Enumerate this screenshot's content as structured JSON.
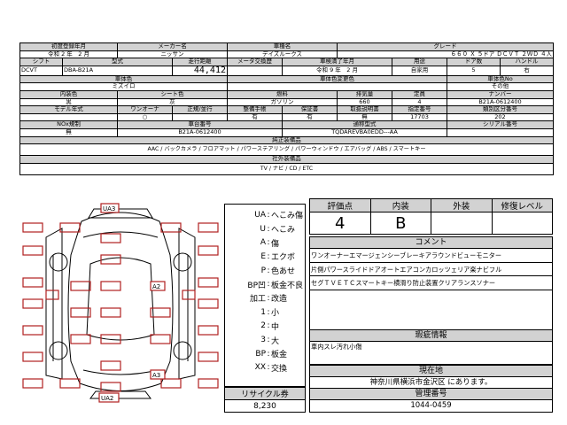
{
  "specs": {
    "r1": {
      "h_first_reg": "初度登録年月",
      "h_maker": "メーカー名",
      "h_car_name": "車種名",
      "h_grade": "グレード",
      "first_reg": "令和 2 年　2 月",
      "maker": "ニッサン",
      "car_name": "デイズルークス",
      "grade": "６６０ Ｘ ５ドア ＤＣＶＴ ２ＷＤ ４人"
    },
    "r2": {
      "h_shift": "シフト",
      "h_model": "型式",
      "h_mileage": "走行距離",
      "h_meter": "メータ交換歴",
      "h_inspection": "車検満了年月",
      "h_use": "用途",
      "h_doors": "ドア数",
      "h_handle": "ハンドル",
      "shift": "DCVT",
      "model": "DBA-B21A",
      "mileage": "44,412",
      "meter": "",
      "inspection": "令和 9 年　2 月",
      "use": "自家用",
      "doors": "5",
      "handle": "右"
    },
    "r3": {
      "h_body_color": "車体色",
      "h_body_color_change": "車体色変更色",
      "h_body_color_no": "車体色No",
      "body_color": "ミズイロ",
      "body_color_no": "その他"
    },
    "r4": {
      "h_interior": "内装色",
      "h_seat": "シート色",
      "h_fuel": "燃料",
      "h_displacement": "排気量",
      "h_capacity": "定員",
      "h_number": "ナンバー",
      "interior": "黒",
      "seat": "灰",
      "fuel": "ガソリン",
      "displacement": "660",
      "capacity": "4",
      "number": "B21A-0612400"
    },
    "r5": {
      "h_model_year": "モデル年式",
      "h_one_owner": "ワンオーナ",
      "h_normal_rev": "正規/並行",
      "h_maint_book": "整備手帳",
      "h_warranty": "保証書",
      "h_manual": "取扱説明書",
      "h_designation": "指定番号",
      "h_category": "類別区分番号",
      "model_year": "",
      "one_owner": "○",
      "normal_rev": "",
      "maint_book": "有",
      "warranty": "有",
      "manual": "無",
      "designation": "17703",
      "category": "202"
    },
    "r6": {
      "h_nox": "NOx規制",
      "h_chassis": "車台番号",
      "h_type_spec": "通称型式",
      "h_serial": "シリアル番号",
      "nox": "無",
      "chassis": "B21A-0612400",
      "type_spec": "TQDAREVBA0EDD---AA",
      "serial": ""
    },
    "r7": {
      "h_genuine": "純正装備品",
      "genuine": "AAC / バックカメラ / フロアマット / パワーステアリング / パワーウィンドウ / エアバッグ / ABS / スマートキー"
    },
    "r8": {
      "h_aftermarket": "社外装備品",
      "aftermarket": "TV / ナビ / CD / ETC"
    }
  },
  "damage_marks": [
    {
      "code": "UA3",
      "label": "UA3"
    },
    {
      "code": "A2",
      "label": "A2"
    },
    {
      "code": "A3",
      "label": "A3"
    },
    {
      "code": "UA2",
      "label": "UA2"
    }
  ],
  "legend": [
    {
      "code": "UA",
      "desc": "へこみ傷"
    },
    {
      "code": "U",
      "desc": "へこみ"
    },
    {
      "code": "A",
      "desc": "傷"
    },
    {
      "code": "E",
      "desc": "エクボ"
    },
    {
      "code": "P",
      "desc": "色あせ"
    },
    {
      "code": "BP凹",
      "desc": "板金不良"
    },
    {
      "code": "加工",
      "desc": "改造"
    },
    {
      "code": "1",
      "desc": "小"
    },
    {
      "code": "2",
      "desc": "中"
    },
    {
      "code": "3",
      "desc": "大"
    },
    {
      "code": "BP",
      "desc": "板金"
    },
    {
      "code": "XX",
      "desc": "交換"
    }
  ],
  "recycle": {
    "label": "リサイクル券",
    "value": "8,230"
  },
  "grade_box": {
    "h_score": "評価点",
    "h_interior": "内装",
    "h_exterior": "外装",
    "h_repair": "修復レベル",
    "score": "4",
    "interior": "B",
    "exterior": "",
    "repair": ""
  },
  "comment": {
    "label": "コメント",
    "lines": [
      "ワンオーナーエマージェンシーブレーキアラウンドビューモニター",
      "片側パワースライドドアオートエアコンカロッツェリア楽ナビフル",
      "セグＴＶＥＴＣスマートキー横滑り防止装置クリアランスソナー"
    ]
  },
  "defects": {
    "label": "瑕疵情報",
    "text": "車内スレ汚れ小傷"
  },
  "location": {
    "label": "現在地",
    "text": "神奈川県横浜市金沢区 にあります。"
  },
  "control": {
    "label": "管理番号",
    "text": "1044-0459"
  },
  "colors": {
    "header_bg": "#d2d2d2",
    "diagram_line": "#b02020"
  }
}
